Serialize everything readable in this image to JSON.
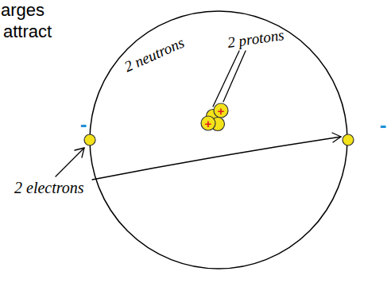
{
  "diagram": {
    "labels": [
      "arges",
      "attract",
      "2 neutrons",
      "2 protons",
      "-",
      "-",
      "+",
      "+",
      "2 electrons"
    ]
  }
}
